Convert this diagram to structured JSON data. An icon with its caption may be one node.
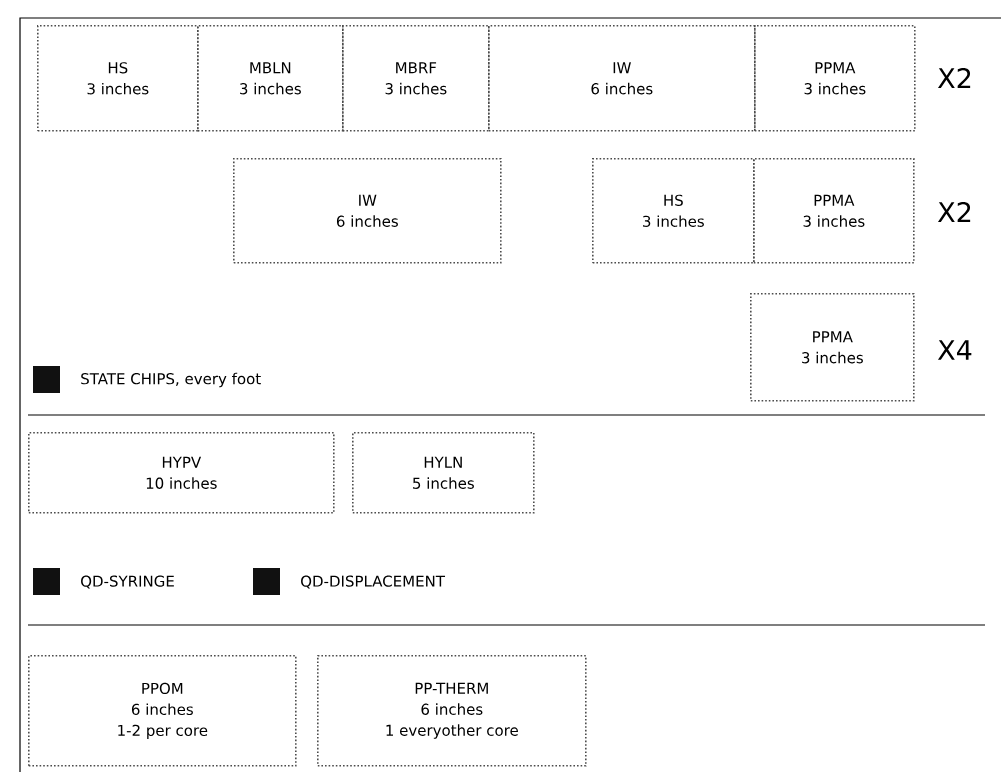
{
  "diagram": {
    "nodes": [
      {
        "text": [
          "HS",
          "3 inches"
        ]
      },
      {
        "text": [
          "MBLN",
          "3 inches"
        ]
      },
      {
        "text": [
          "MBRF",
          "3 inches"
        ]
      },
      {
        "text": [
          "IW",
          "6 inches"
        ]
      },
      {
        "text": [
          "PPMA",
          "3 inches"
        ]
      },
      {
        "text": [
          "IW",
          "6 inches"
        ]
      },
      {
        "text": [
          "HS",
          "3 inches"
        ]
      },
      {
        "text": [
          "PPMA",
          "3 inches"
        ]
      },
      {
        "text": [
          "PPMA",
          "3 inches"
        ]
      },
      {
        "text": [
          "HYPV",
          "10 inches"
        ]
      },
      {
        "text": [
          "HYLN",
          "5 inches"
        ]
      },
      {
        "text": [
          "PPOM",
          "6 inches",
          "1-2 per core"
        ]
      },
      {
        "text": [
          "PP-THERM",
          "6 inches",
          "1 everyother core"
        ]
      }
    ],
    "labels": [
      "X2",
      "X2",
      "X4"
    ],
    "legend": [
      {
        "text": "STATE CHIPS, every foot",
        "color": "#111111"
      },
      {
        "text": "QD-SYRINGE",
        "color": "#111111"
      },
      {
        "text": "QD-DISPLACEMENT",
        "color": "#111111"
      }
    ]
  }
}
